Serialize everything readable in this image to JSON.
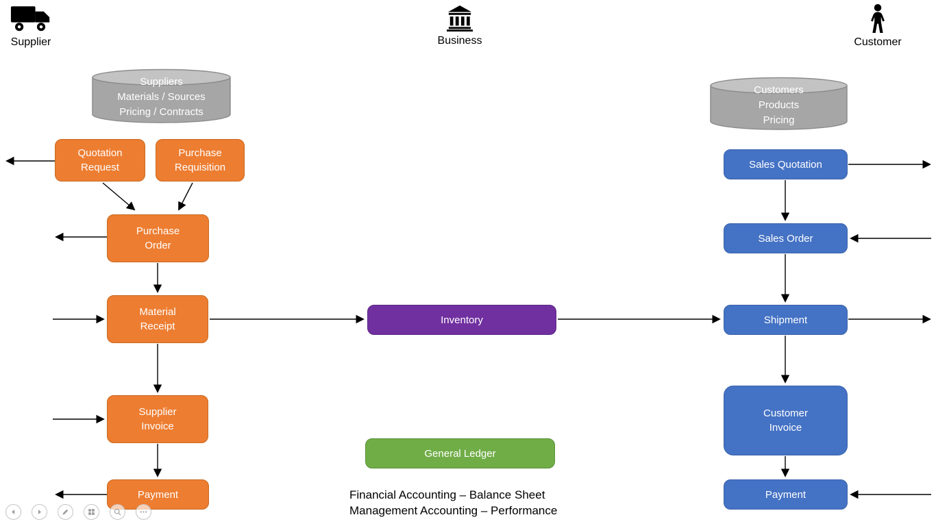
{
  "actors": {
    "supplier": "Supplier",
    "business": "Business",
    "customer": "Customer"
  },
  "icons": {
    "supplier": "truck-icon",
    "business": "bank-icon",
    "customer": "person-icon"
  },
  "databases": {
    "supplier": "Suppliers\nMaterials / Sources\nPricing / Contracts",
    "customer": "Customers\nProducts\nPricing"
  },
  "procurement": {
    "quotation_request": "Quotation\nRequest",
    "purchase_requisition": "Purchase\nRequisition",
    "purchase_order": "Purchase\nOrder",
    "material_receipt": "Material\nReceipt",
    "supplier_invoice": "Supplier\nInvoice",
    "payment": "Payment"
  },
  "central": {
    "inventory": "Inventory",
    "general_ledger": "General Ledger"
  },
  "sales": {
    "sales_quotation": "Sales Quotation",
    "sales_order": "Sales Order",
    "shipment": "Shipment",
    "customer_invoice": "Customer\nInvoice",
    "payment": "Payment"
  },
  "footer": {
    "line1": "Financial Accounting – Balance Sheet",
    "line2": "Management Accounting – Performance"
  },
  "colors": {
    "procurement_orange": "#ED7D31",
    "sales_blue": "#4472C4",
    "inventory_purple": "#7030A0",
    "ledger_green": "#70AD47",
    "database_gray": "#A6A6A6",
    "database_top_gray": "#C3C3C3",
    "arrow_black": "#000000"
  },
  "slideshow_controls": [
    {
      "name": "previous-slide",
      "icon": "chevron-left-icon"
    },
    {
      "name": "next-slide",
      "icon": "chevron-right-icon"
    },
    {
      "name": "pen-tools",
      "icon": "pen-icon"
    },
    {
      "name": "see-all-slides",
      "icon": "grid-icon"
    },
    {
      "name": "zoom",
      "icon": "magnifier-icon"
    },
    {
      "name": "more-options",
      "icon": "ellipsis-icon"
    }
  ]
}
